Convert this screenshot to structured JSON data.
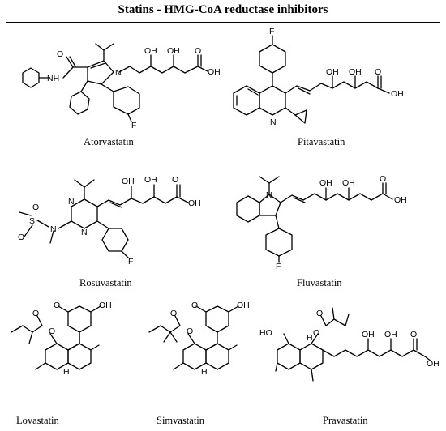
{
  "title": "Statins - HMG-CoA reductase inhibitors",
  "labels": {
    "oh": "OH",
    "f": "F",
    "n": "N",
    "o": "O",
    "s": "S",
    "ho": "HO",
    "h": "H"
  },
  "compounds": [
    {
      "name": "Atorvastatin"
    },
    {
      "name": "Pitavastatin"
    },
    {
      "name": "Rosuvastatin"
    },
    {
      "name": "Fluvastatin"
    },
    {
      "name": "Lovastatin"
    },
    {
      "name": "Simvastatin"
    },
    {
      "name": "Pravastatin"
    }
  ]
}
